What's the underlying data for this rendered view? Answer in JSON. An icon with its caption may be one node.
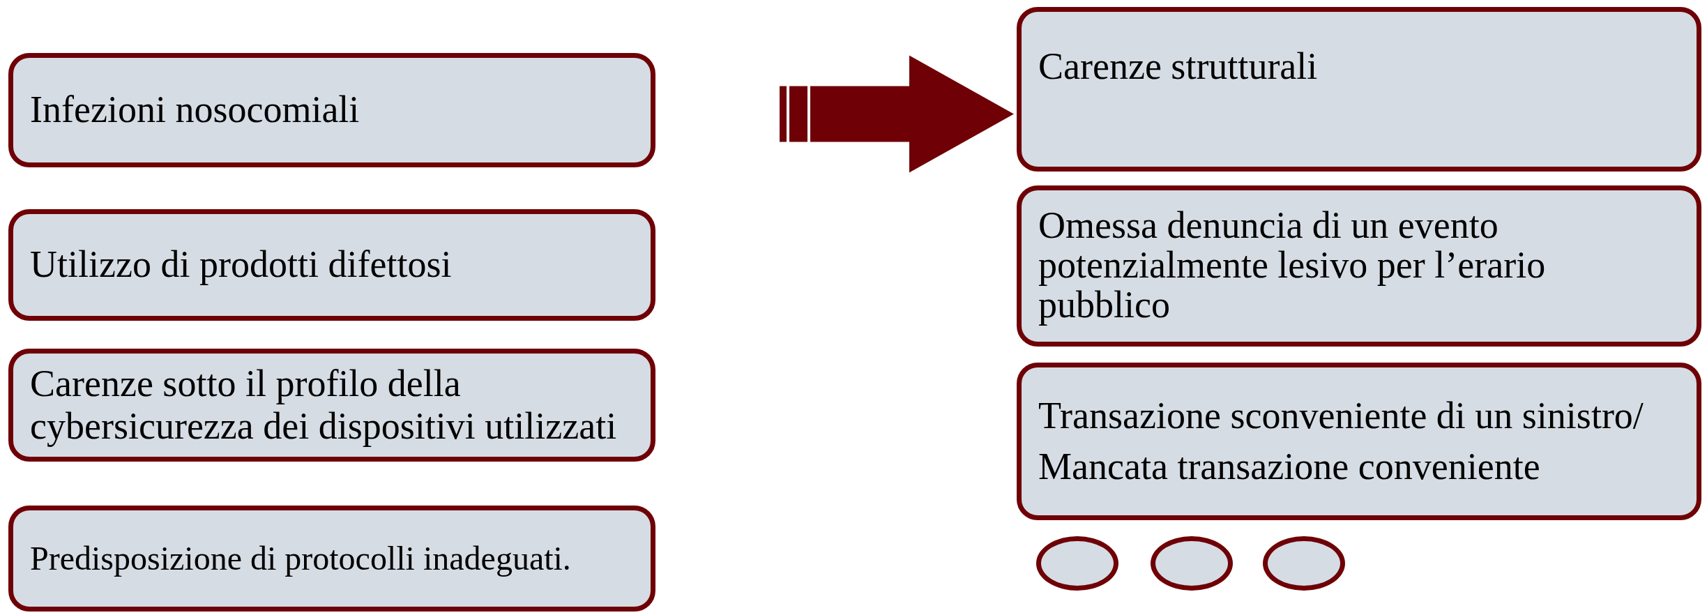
{
  "diagram": {
    "nodes": [
      {
        "text": [
          "Infezioni nosocomiali"
        ]
      },
      {
        "text": [
          "Utilizzo di prodotti difettosi"
        ]
      },
      {
        "text": [
          "Carenze sotto il profilo della cybersicurezza dei dispositivi utilizzati"
        ]
      },
      {
        "text": [
          "Predisposizione di protocolli inadeguati."
        ]
      },
      {
        "text": [
          "Carenze strutturali"
        ]
      },
      {
        "text": [
          "Omessa denuncia di un evento potenzialmente lesivo per l’erario pubblico"
        ]
      },
      {
        "text": [
          "Transazione sconveniente di un sinistro/ Mancata transazione conveniente"
        ]
      },
      {
        "text": [],
        "shape": "ellipse"
      },
      {
        "text": [],
        "shape": "ellipse"
      },
      {
        "text": [],
        "shape": "ellipse"
      }
    ],
    "edges": [
      {
        "from": null,
        "to": 4,
        "arrow": "to",
        "style": "thick"
      }
    ]
  }
}
